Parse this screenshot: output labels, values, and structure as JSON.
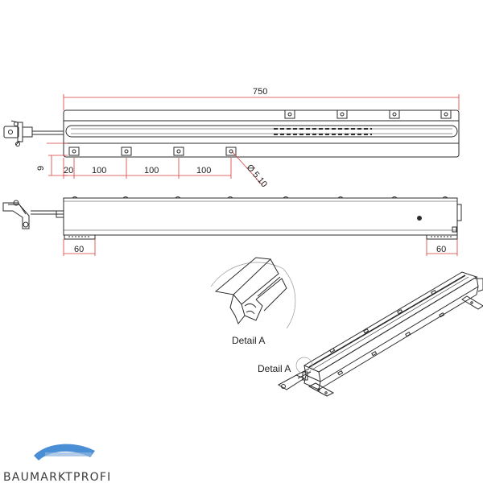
{
  "dimensions": {
    "overall_length": "750",
    "height": "9",
    "offset_first": "20",
    "spacing_1": "100",
    "spacing_2": "100",
    "spacing_3": "100",
    "hole_diameter": "Ø 5.10",
    "foot_left": "60",
    "foot_right": "60"
  },
  "labels": {
    "detail_a_inset": "Detail A",
    "detail_a_iso": "Detail A"
  },
  "logo": {
    "text": "BAUMARKTPROFI",
    "color": "#4a8fd6"
  },
  "colors": {
    "line": "#2b2b2b",
    "dimension": "#d83a3a"
  }
}
